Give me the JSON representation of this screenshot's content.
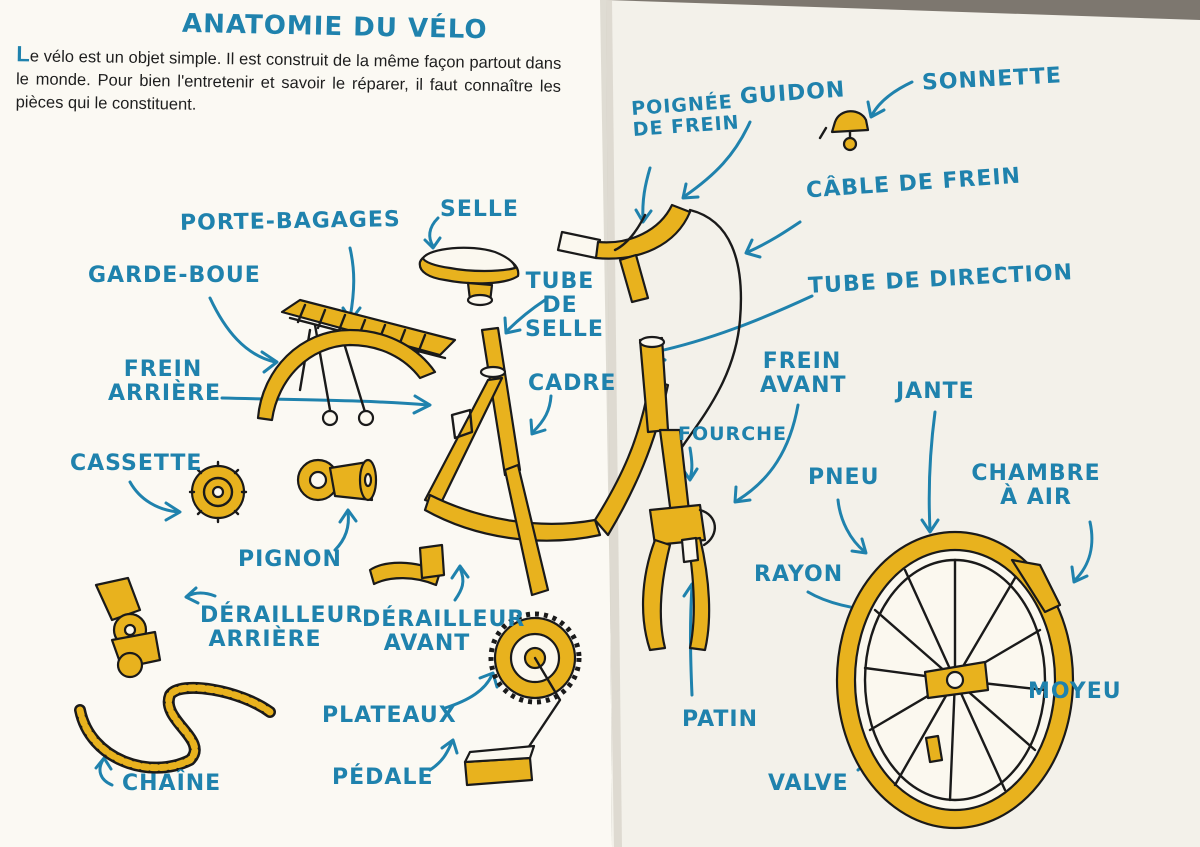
{
  "page": {
    "title": "ANATOMIE DU VÉLO",
    "intro_initial": "L",
    "intro_text": "e vélo est un objet simple. Il est construit de la même façon partout dans le monde. Pour bien l'entretenir et savoir le réparer, il faut connaître les pièces qui le constituent."
  },
  "labels": {
    "porte_bagages": "PORTE-BAGAGES",
    "selle": "SELLE",
    "tube_de_selle": [
      "TUBE",
      "DE",
      "SELLE"
    ],
    "garde_boue": "GARDE-BOUE",
    "frein_arriere": [
      "FREIN",
      "ARRIÈRE"
    ],
    "cadre": "CADRE",
    "cassette": "CASSETTE",
    "pignon": "PIGNON",
    "derailleur_arriere": [
      "DÉRAILLEUR",
      "ARRIÈRE"
    ],
    "derailleur_avant": [
      "DÉRAILLEUR",
      "AVANT"
    ],
    "plateaux": "PLATEAUX",
    "pedale": "PÉDALE",
    "chaine": "CHAÎNE",
    "poignee_de_frein": [
      "POIGNÉE",
      "DE FREIN"
    ],
    "guidon": "GUIDON",
    "sonnette": "SONNETTE",
    "cable_de_frein": "CÂBLE DE FREIN",
    "tube_de_direction": "TUBE DE DIRECTION",
    "frein_avant": [
      "FREIN",
      "AVANT"
    ],
    "fourche": "FOURCHE",
    "jante": "JANTE",
    "pneu": "PNEU",
    "chambre_a_air": [
      "CHAMBRE",
      "À AIR"
    ],
    "rayon": "RAYON",
    "moyeu": "MOYEU",
    "patin": "PATIN",
    "valve": "VALVE"
  },
  "colors": {
    "label_blue": "#1f82ad",
    "part_yellow": "#e8b21e",
    "paper": "#fbf8ef",
    "ink": "#1a1a1a"
  }
}
